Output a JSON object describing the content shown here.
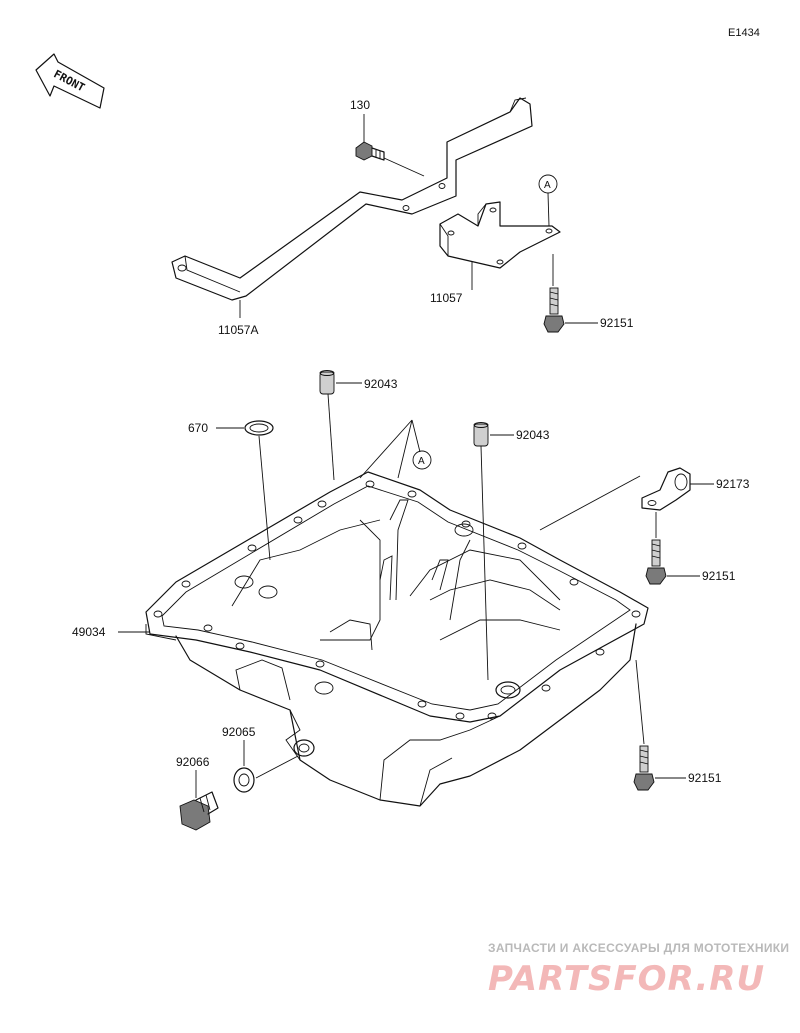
{
  "diagram_code": "E1434",
  "front_label": "FRONT",
  "callout_letter": "A",
  "parts": [
    {
      "number": "130",
      "name": "bolt"
    },
    {
      "number": "11057A",
      "name": "bracket-long"
    },
    {
      "number": "11057",
      "name": "bracket-short"
    },
    {
      "number": "92151",
      "name": "flange-bolt-bracket"
    },
    {
      "number": "92043",
      "name": "dowel-pin-left"
    },
    {
      "number": "92043",
      "name": "dowel-pin-right"
    },
    {
      "number": "670",
      "name": "o-ring"
    },
    {
      "number": "92173",
      "name": "clamp"
    },
    {
      "number": "92151",
      "name": "flange-bolt-right"
    },
    {
      "number": "49034",
      "name": "oil-pan"
    },
    {
      "number": "92065",
      "name": "washer"
    },
    {
      "number": "92066",
      "name": "drain-plug"
    },
    {
      "number": "92151",
      "name": "flange-bolt-lower"
    }
  ],
  "watermark": {
    "tagline": "ЗАПЧАСТИ И АКСЕССУАРЫ ДЛЯ МОТОТЕХНИКИ",
    "logo": "PARTSFOR.RU"
  }
}
